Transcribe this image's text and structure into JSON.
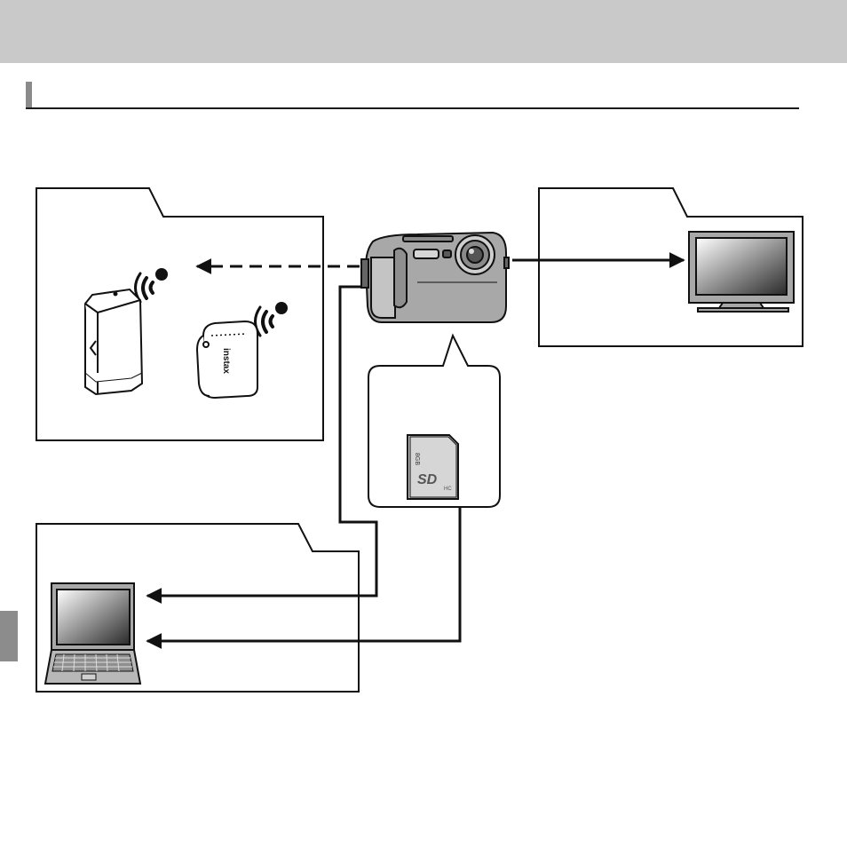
{
  "colors": {
    "header_band": "#c9c9c9",
    "section_marker": "#8a8a8a",
    "side_tab": "#8c8c8c",
    "outline": "#111111",
    "device_grey": "#a8a8a8",
    "screen_dark": "#2a2a2a",
    "screen_light": "#ffffff"
  },
  "icons": {
    "camera": "digital-camera-icon",
    "printer": "instax-share-printer-icon",
    "wireless": "wireless-signal-icon",
    "tv": "television-icon",
    "sd_card": "sd-memory-card-icon",
    "laptop": "laptop-computer-icon"
  },
  "labels": {
    "printer_brand": "instax",
    "sd_logo": "SD",
    "sd_type": "HC",
    "sd_capacity": "8GB"
  }
}
